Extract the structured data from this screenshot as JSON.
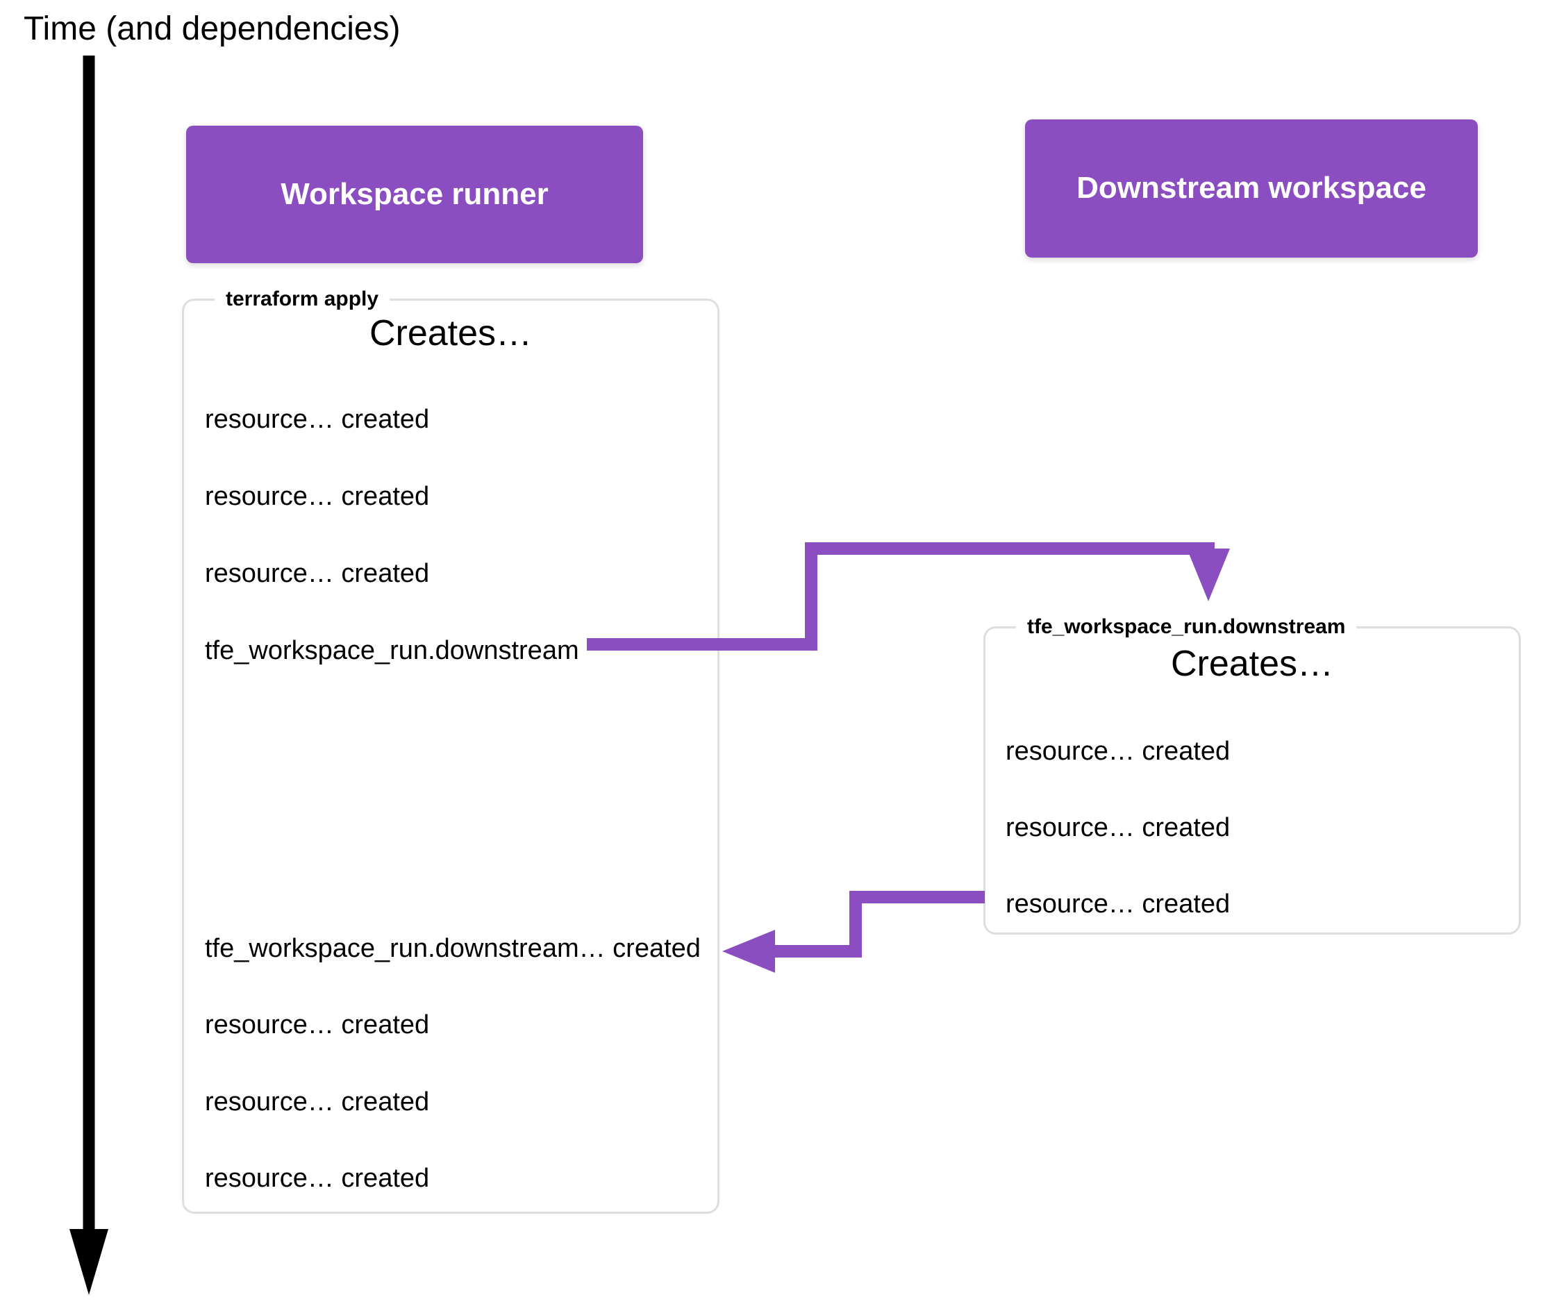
{
  "axis": {
    "label": "Time (and dependencies)",
    "direction": "downward",
    "arrow_color": "#000000"
  },
  "colors": {
    "accent_purple": "#8B4EC0",
    "panel_border": "#dedede",
    "text": "#000000",
    "header_text": "#ffffff"
  },
  "columns": [
    {
      "id": "workspace-runner",
      "header": "Workspace runner",
      "header_line1": "Workspace",
      "header_line2": "runner",
      "panel_legend": "terraform apply",
      "panel_title": "Creates…",
      "items": [
        "resource… created",
        "resource… created",
        "resource… created",
        "tfe_workspace_run.downstream",
        "tfe_workspace_run.downstream… created",
        "resource… created",
        "resource… created",
        "resource… created"
      ]
    },
    {
      "id": "downstream-workspace",
      "header": "Downstream workspace",
      "header_line1": "Downstream",
      "header_line2": "workspace",
      "panel_legend": "tfe_workspace_run.downstream",
      "panel_title": "Creates…",
      "items": [
        "resource… created",
        "resource… created",
        "resource… created"
      ]
    }
  ],
  "connectors": [
    {
      "id": "trigger-downstream",
      "from": "workspace-runner.tfe_workspace_run.downstream",
      "to": "downstream-workspace.panel",
      "arrowhead": "down",
      "color": "#8B4EC0"
    },
    {
      "id": "return-to-runner",
      "from": "downstream-workspace.resource-3",
      "to": "workspace-runner.tfe_workspace_run.downstream… created",
      "arrowhead": "left",
      "color": "#8B4EC0"
    }
  ]
}
